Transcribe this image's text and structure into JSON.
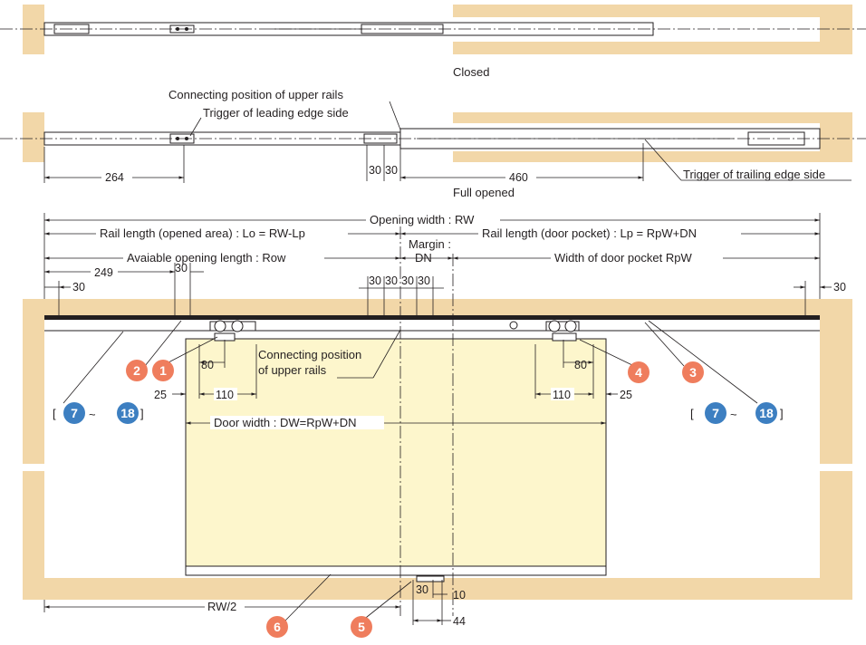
{
  "labels": {
    "closed": "Closed",
    "full_opened": "Full opened",
    "connecting_upper": "Connecting position of upper rails",
    "trigger_leading": "Trigger of leading edge side",
    "trigger_trailing": "Trigger of trailing edge side",
    "opening_width": "Opening width : RW",
    "rail_opened": "Rail length (opened area) : Lo = RW-Lp",
    "rail_pocket": "Rail length (door pocket) : Lp = RpW+DN",
    "margin_1": "Margin :",
    "margin_2": "DN",
    "available": "Avaiable opening length : Row",
    "pocket_width": "Width of door pocket RpW",
    "connecting_1": "Connecting position",
    "connecting_2": "of upper rails",
    "door_width": "Door width : DW=RpW+DN",
    "half_rw": "RW/2",
    "range_sep": "~",
    "bracket_open": "[",
    "bracket_close": "]"
  },
  "dimensions": {
    "d264": "264",
    "d460": "460",
    "d30": "30",
    "d249": "249",
    "d80": "80",
    "d25": "25",
    "d110": "110",
    "d10": "10",
    "d44": "44"
  },
  "balloons": {
    "b1": "1",
    "b2": "2",
    "b3": "3",
    "b4": "4",
    "b5": "5",
    "b6": "6",
    "b7": "7",
    "b18": "18"
  },
  "colors": {
    "wall": "#f2d7a8",
    "door": "#fdf6cc",
    "orange_balloon": "#ef7d5d",
    "blue_balloon": "#3d7fc1",
    "ink": "#231f20"
  }
}
